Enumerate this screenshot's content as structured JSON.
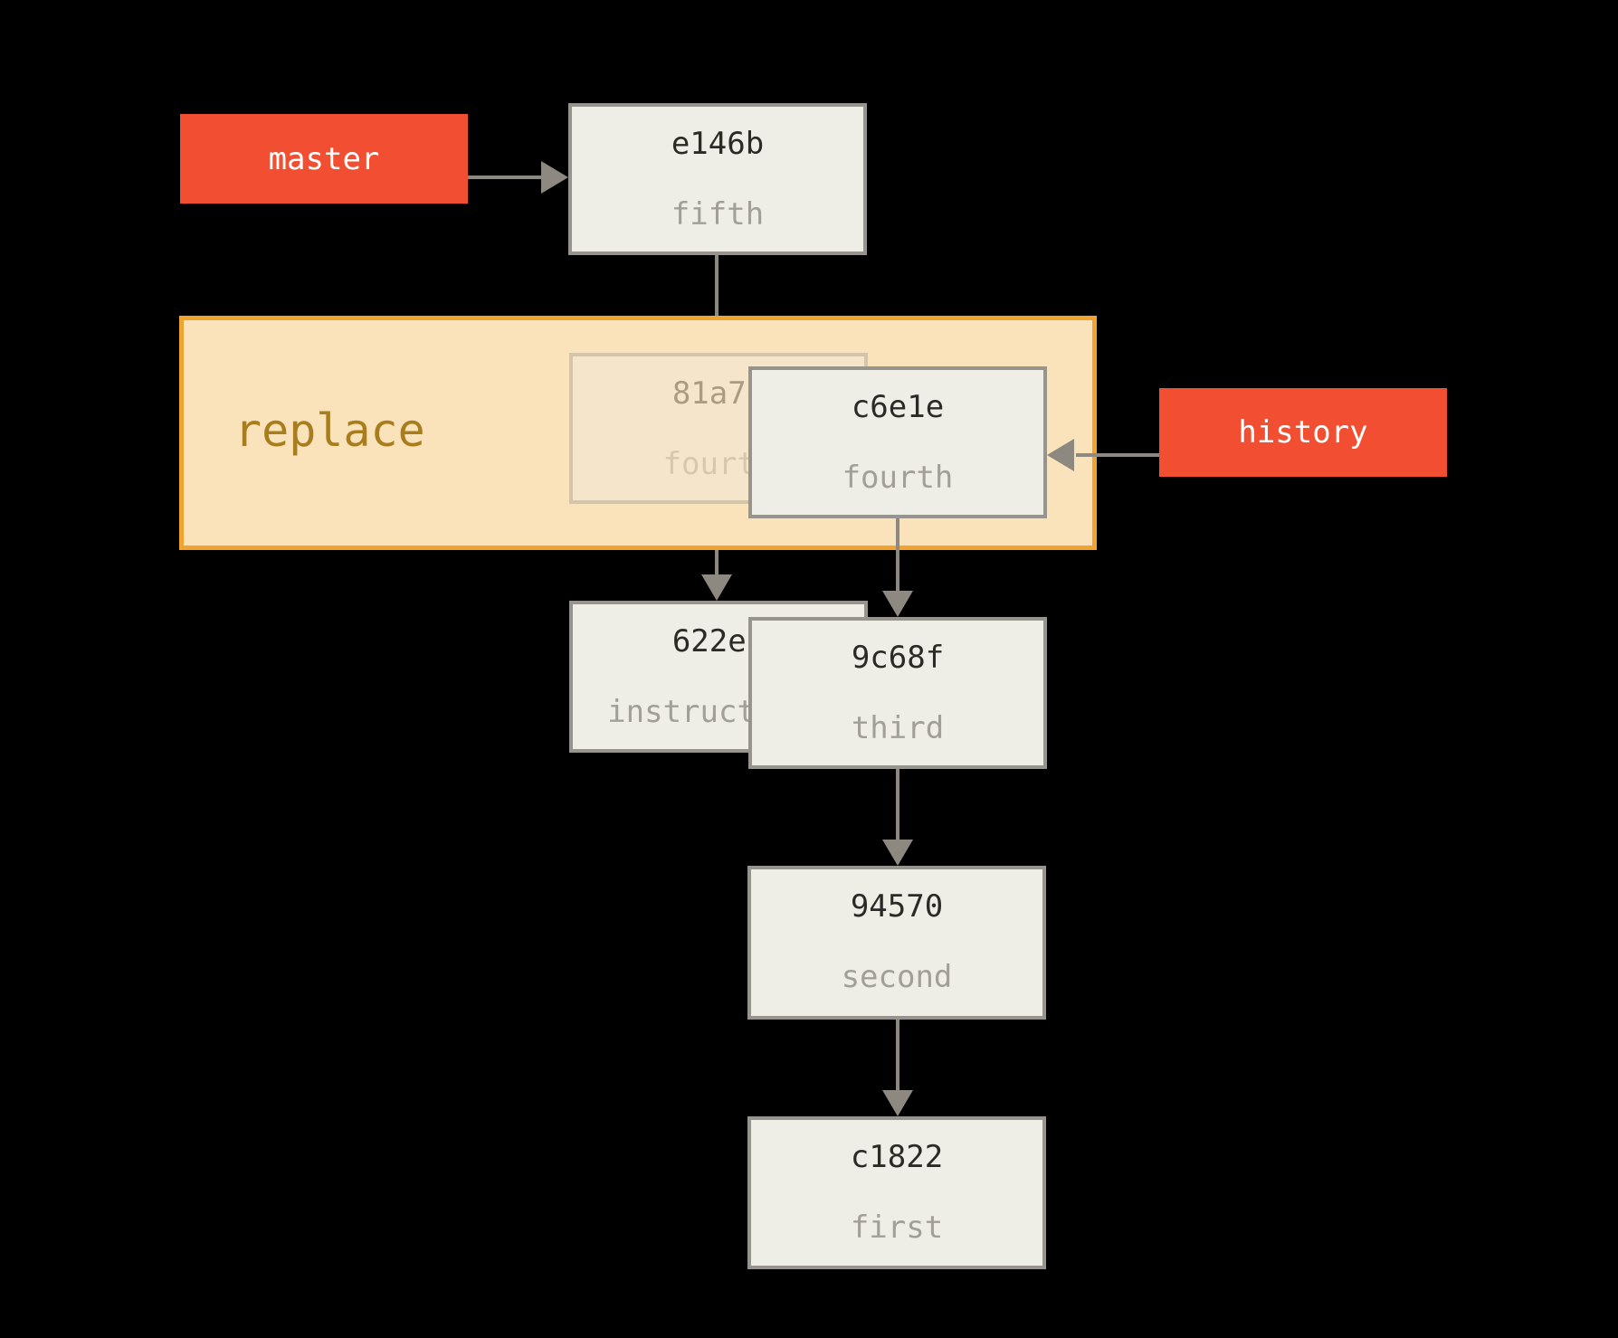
{
  "colors": {
    "bg": "#000000",
    "red": "#f14e32",
    "label-text": "#ffffff",
    "region-fill": "#fae2bb",
    "region-border": "#f0a32f",
    "region-text": "#a87d1e",
    "box-fill": "#efeee6",
    "box-border": "#97948d",
    "hash-text": "#2b2a26",
    "msg-text": "#a19f98",
    "arrow": "#8d8880"
  },
  "labels": {
    "master": "master",
    "history": "history"
  },
  "region": {
    "label": "replace"
  },
  "commits": {
    "fifth": {
      "hash": "e146b",
      "message": "fifth"
    },
    "replaced_fourth": {
      "hash": "81a70",
      "message": "fourth"
    },
    "fourth": {
      "hash": "c6e1e",
      "message": "fourth"
    },
    "instructions": {
      "hash": "622e8",
      "message": "instructions"
    },
    "third": {
      "hash": "9c68f",
      "message": "third"
    },
    "second": {
      "hash": "94570",
      "message": "second"
    },
    "first": {
      "hash": "c1822",
      "message": "first"
    }
  }
}
